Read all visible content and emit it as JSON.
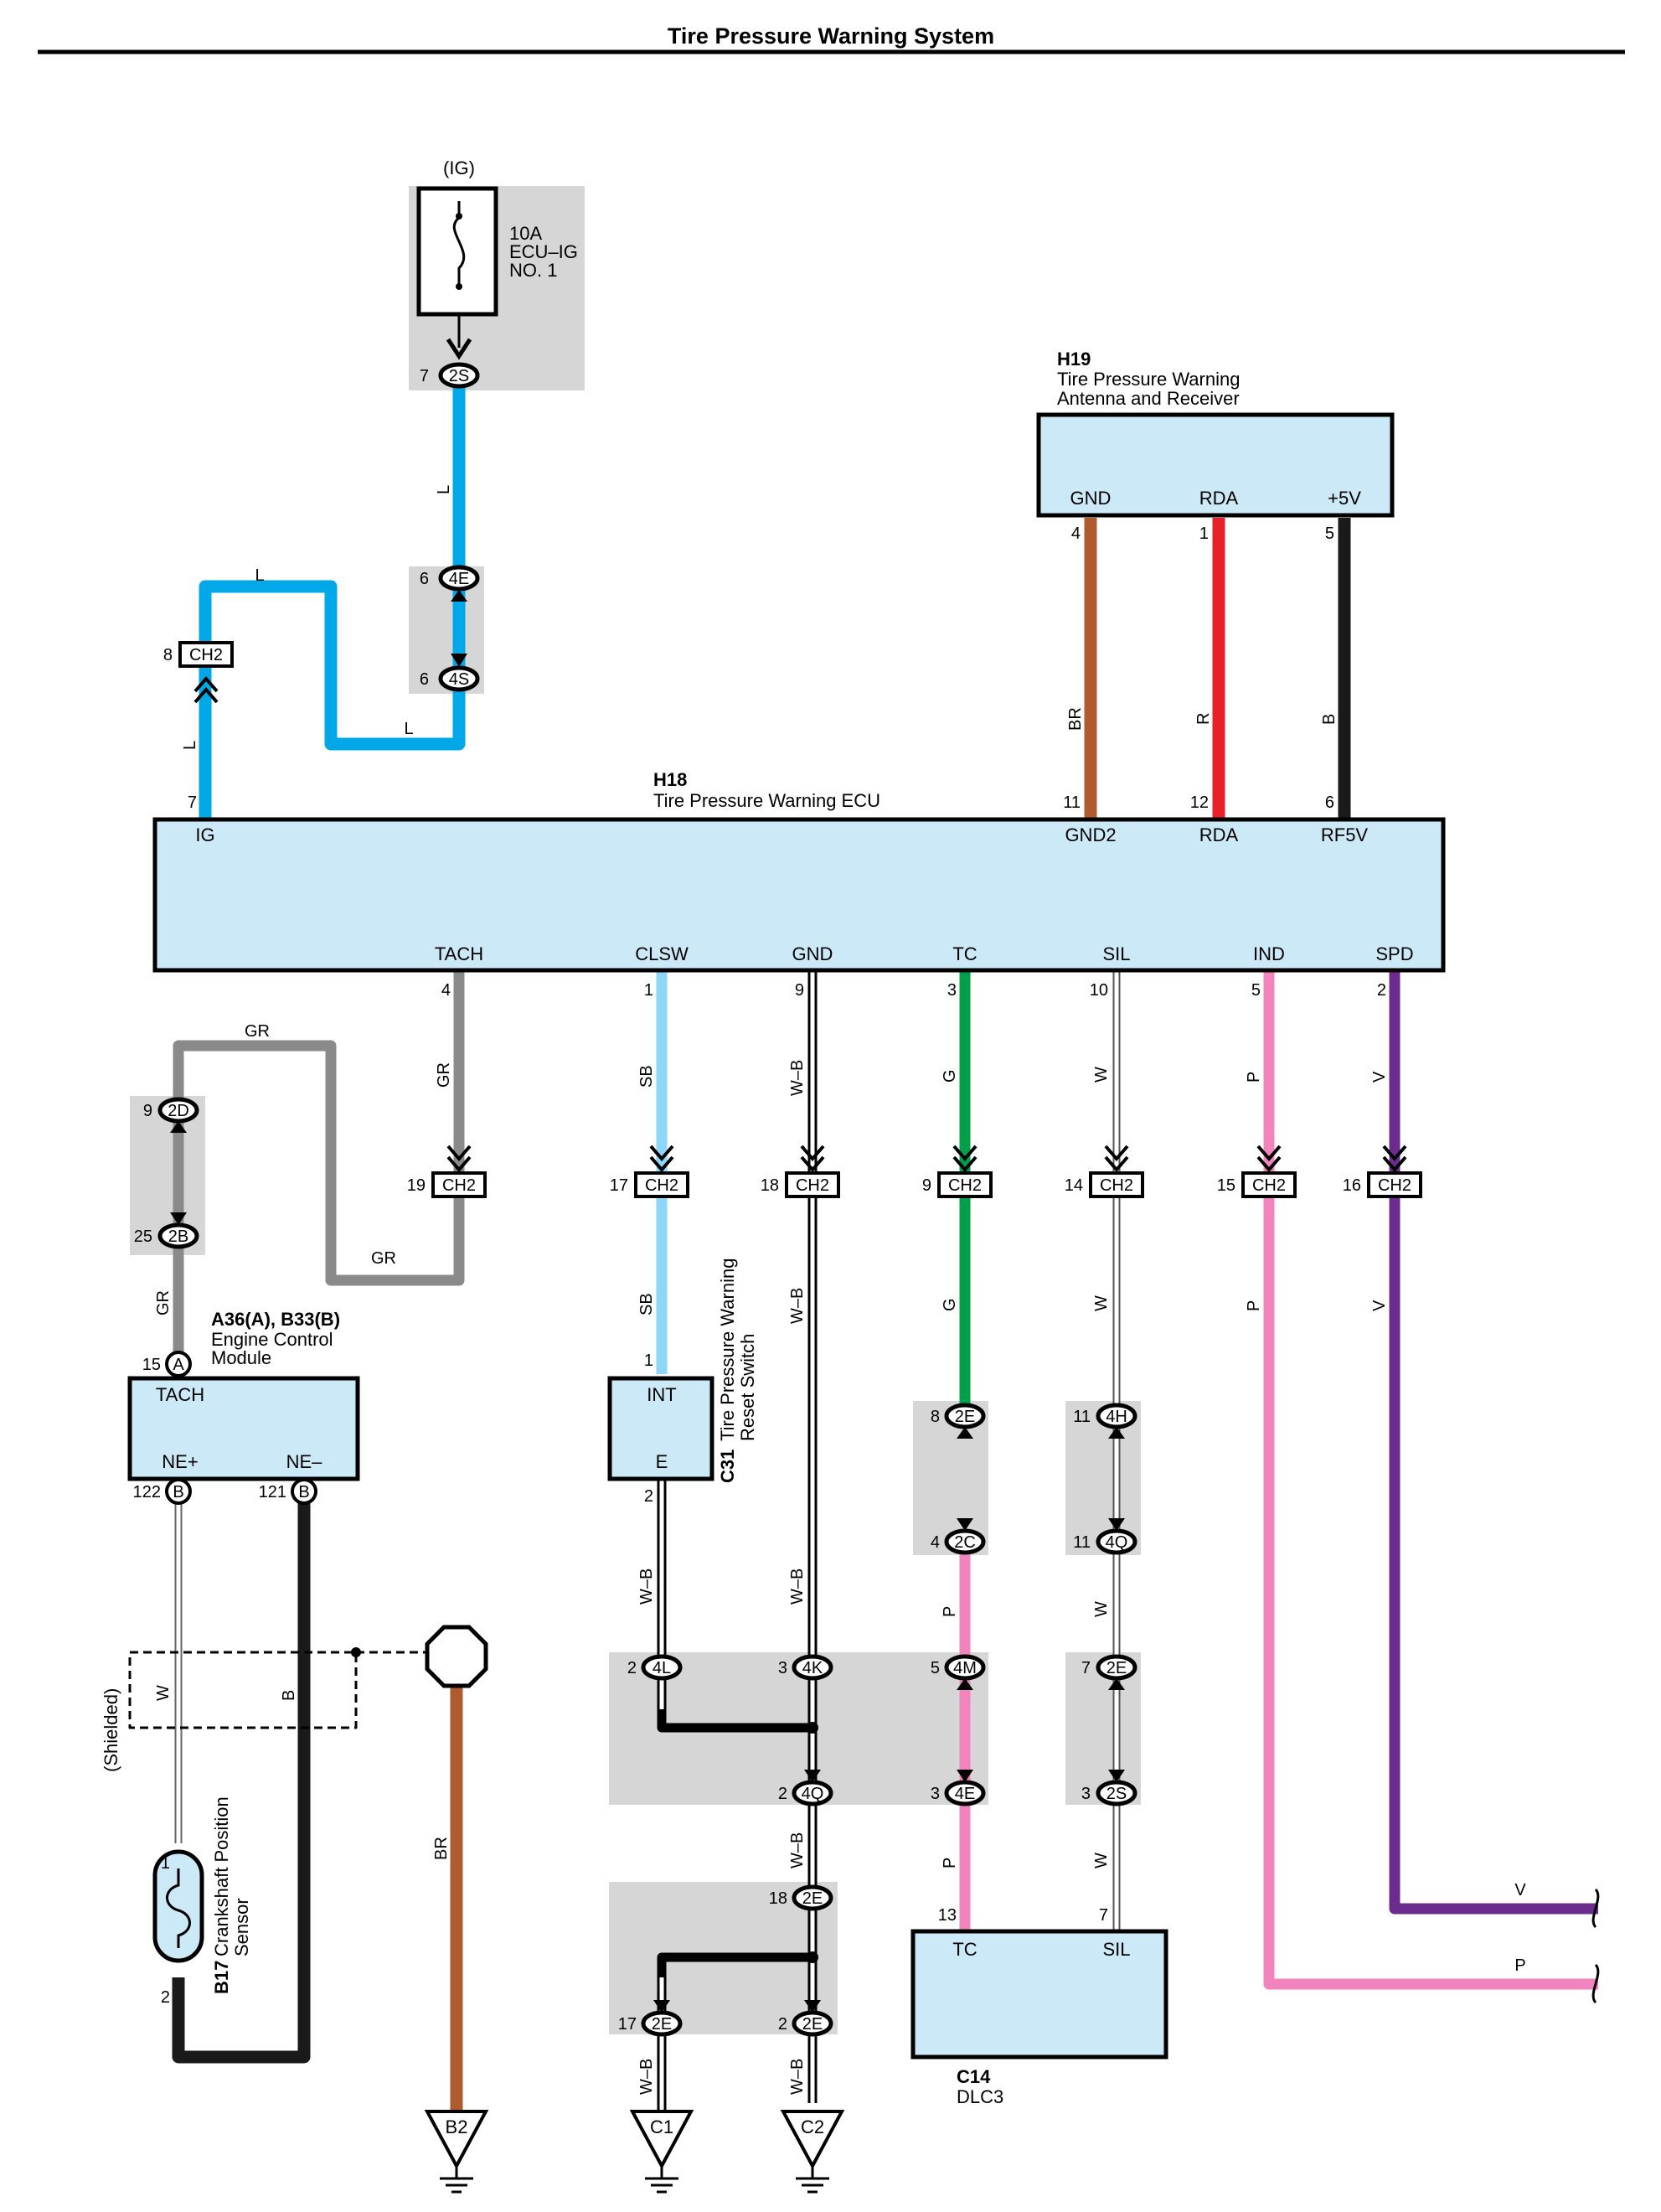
{
  "title": "Tire Pressure Warning System",
  "colors": {
    "L": "#00a8e8",
    "GR": "#8a8a8a",
    "SB": "#8ed6f8",
    "G": "#00a04a",
    "P": "#f184bc",
    "V": "#6c2c8e",
    "BR": "#b05a30",
    "R": "#e8202a",
    "B": "#1a1a1a",
    "box": "#cbe9f7",
    "shade": "#d6d6d6"
  },
  "fuse": {
    "supply": "(IG)",
    "line1": "10A",
    "line2": "ECU–IG",
    "line3": "NO. 1"
  },
  "components": {
    "h19": {
      "code": "H19",
      "name1": "Tire Pressure Warning",
      "name2": "Antenna and Receiver",
      "t_gnd": "GND",
      "t_rda": "RDA",
      "t_5v": "+5V"
    },
    "h18": {
      "code": "H18",
      "name": "Tire Pressure Warning ECU",
      "t_ig": "IG",
      "t_gnd2": "GND2",
      "t_rda": "RDA",
      "t_rf5v": "RF5V",
      "t_tach": "TACH",
      "t_clsw": "CLSW",
      "t_gnd": "GND",
      "t_tc": "TC",
      "t_sil": "SIL",
      "t_ind": "IND",
      "t_spd": "SPD"
    },
    "ecm": {
      "code": "A36(A), B33(B)",
      "name1": "Engine Control",
      "name2": "Module",
      "t_tach": "TACH",
      "t_nep": "NE+",
      "t_nem": "NE–"
    },
    "c31": {
      "code": "C31",
      "name1": "Tire Pressure Warning",
      "name2": "Reset Switch",
      "t_int": "INT",
      "t_e": "E"
    },
    "c14": {
      "code": "C14",
      "name": "DLC3",
      "t_tc": "TC",
      "t_sil": "SIL"
    },
    "b17": {
      "code": "B17",
      "name1": "Crankshaft Position",
      "name2": "Sensor"
    }
  },
  "shielded": "(Shielded)",
  "connectors": {
    "2S": "2S",
    "4E": "4E",
    "4S": "4S",
    "CH2": "CH2",
    "2D": "2D",
    "2B": "2B",
    "A": "A",
    "B": "B",
    "2E": "2E",
    "2C": "2C",
    "4H": "4H",
    "4Q": "4Q",
    "4L": "4L",
    "4K": "4K",
    "4M": "4M"
  },
  "grounds": {
    "b2": "B2",
    "c1": "C1",
    "c2": "C2"
  },
  "wire_codes": {
    "L": "L",
    "GR": "GR",
    "SB": "SB",
    "WB": "W–B",
    "G": "G",
    "W": "W",
    "P": "P",
    "V": "V",
    "BR": "BR",
    "R": "R",
    "B": "B"
  },
  "pins": {
    "p1": "1",
    "p2": "2",
    "p3": "3",
    "p4": "4",
    "p5": "5",
    "p6": "6",
    "p7": "7",
    "p8": "8",
    "p9": "9",
    "p10": "10",
    "p11": "11",
    "p12": "12",
    "p13": "13",
    "p14": "14",
    "p15": "15",
    "p16": "16",
    "p17": "17",
    "p18": "18",
    "p19": "19",
    "p25": "25",
    "p121": "121",
    "p122": "122"
  }
}
